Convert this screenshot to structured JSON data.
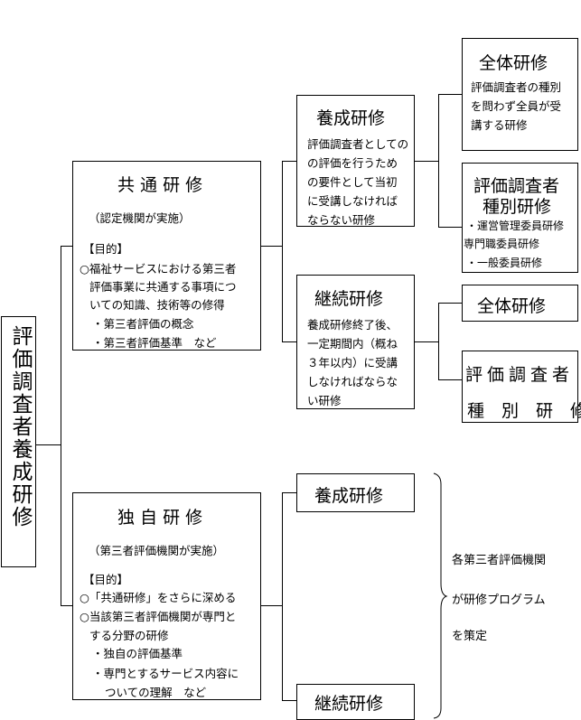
{
  "root": {
    "label": "評価調査者養成研修"
  },
  "common": {
    "title": "共 通 研 修",
    "subtitle": "（認定機関が実施）",
    "purpose_label": "【目的】",
    "lines": [
      "○福祉サービスにおける第三者",
      "評価事業に共通する事項につ",
      "いての知識、技術等の修得",
      "・第三者評価の概念",
      "・第三者評価基準　など"
    ]
  },
  "training": {
    "title": "養成研修",
    "lines": [
      "評価調査者としての",
      "の評価を行うため",
      "の要件として当初",
      "に受講しなければ",
      "ならない研修"
    ]
  },
  "continuing": {
    "title": "継続研修",
    "lines": [
      "養成研修終了後、",
      "一定期間内（概ね",
      "３年以内）に受講",
      "しなければならな",
      "い研修"
    ]
  },
  "general_a": {
    "title": "全体研修",
    "lines": [
      "評価調査者の種別",
      "を問わず全員が受",
      "講する研修"
    ]
  },
  "type_a": {
    "title_lines": [
      "評価調査者",
      "種別研修"
    ],
    "lines": [
      "・運営管理委員研修",
      "専門職委員研修",
      "・一般委員研修"
    ]
  },
  "general_b": {
    "title": "全体研修"
  },
  "type_b": {
    "line1": "評価調査者",
    "line2": "種　別　研　修"
  },
  "own": {
    "title": "独 自 研 修",
    "subtitle": "（第三者評価機関が実施）",
    "purpose_label": "【目的】",
    "lines": [
      "○「共通研修」をさらに深める",
      "○当該第三者評価機関が専門と",
      "する分野の研修",
      "・独自の評価基準",
      "・専門とするサービス内容に",
      "ついての理解　など"
    ]
  },
  "own_training": {
    "title": "養成研修"
  },
  "own_continuing": {
    "title": "継続研修"
  },
  "note": {
    "lines": [
      "各第三者評価機関",
      "が研修プログラム",
      "を策定"
    ]
  }
}
